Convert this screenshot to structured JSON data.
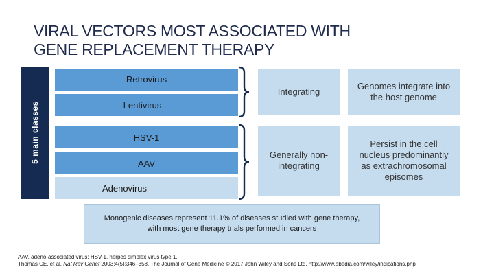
{
  "title": {
    "line1": "VIRAL VECTORS MOST ASSOCIATED WITH",
    "line2": "GENE REPLACEMENT THERAPY"
  },
  "side_label": "5 main classes",
  "vectors": [
    "Retrovirus",
    "Lentivirus",
    "HSV-1",
    "AAV",
    "Adenovirus"
  ],
  "categories": [
    {
      "name": "Integrating",
      "description": "Genomes integrate into the host genome"
    },
    {
      "name": "Generally non-integrating",
      "description": "Persist in the cell nucleus predominantly as extrachromosomal episomes"
    }
  ],
  "note": {
    "line1": "Monogenic diseases represent 11.1% of diseases studied with gene therapy,",
    "line2": "with most gene therapy trials performed in cancers"
  },
  "footer": {
    "line1": "AAV, adeno-associated virus; HSV-1, herpes simplex virus type 1.",
    "line2_prefix": "Thomas CE, et al. ",
    "line2_journal": "Nat Rev Genet",
    "line2_suffix": " 2003;4(5):346–358. The Journal of Gene Medicine © 2017 John Wiley and Sons Ltd. http://www.abedia.com/wiley/indications.php"
  },
  "colors": {
    "dark_navy": "#152b52",
    "vector_blue": "#5b9bd5",
    "light_blue": "#c5dcef",
    "title_text": "#1f2a4c"
  }
}
